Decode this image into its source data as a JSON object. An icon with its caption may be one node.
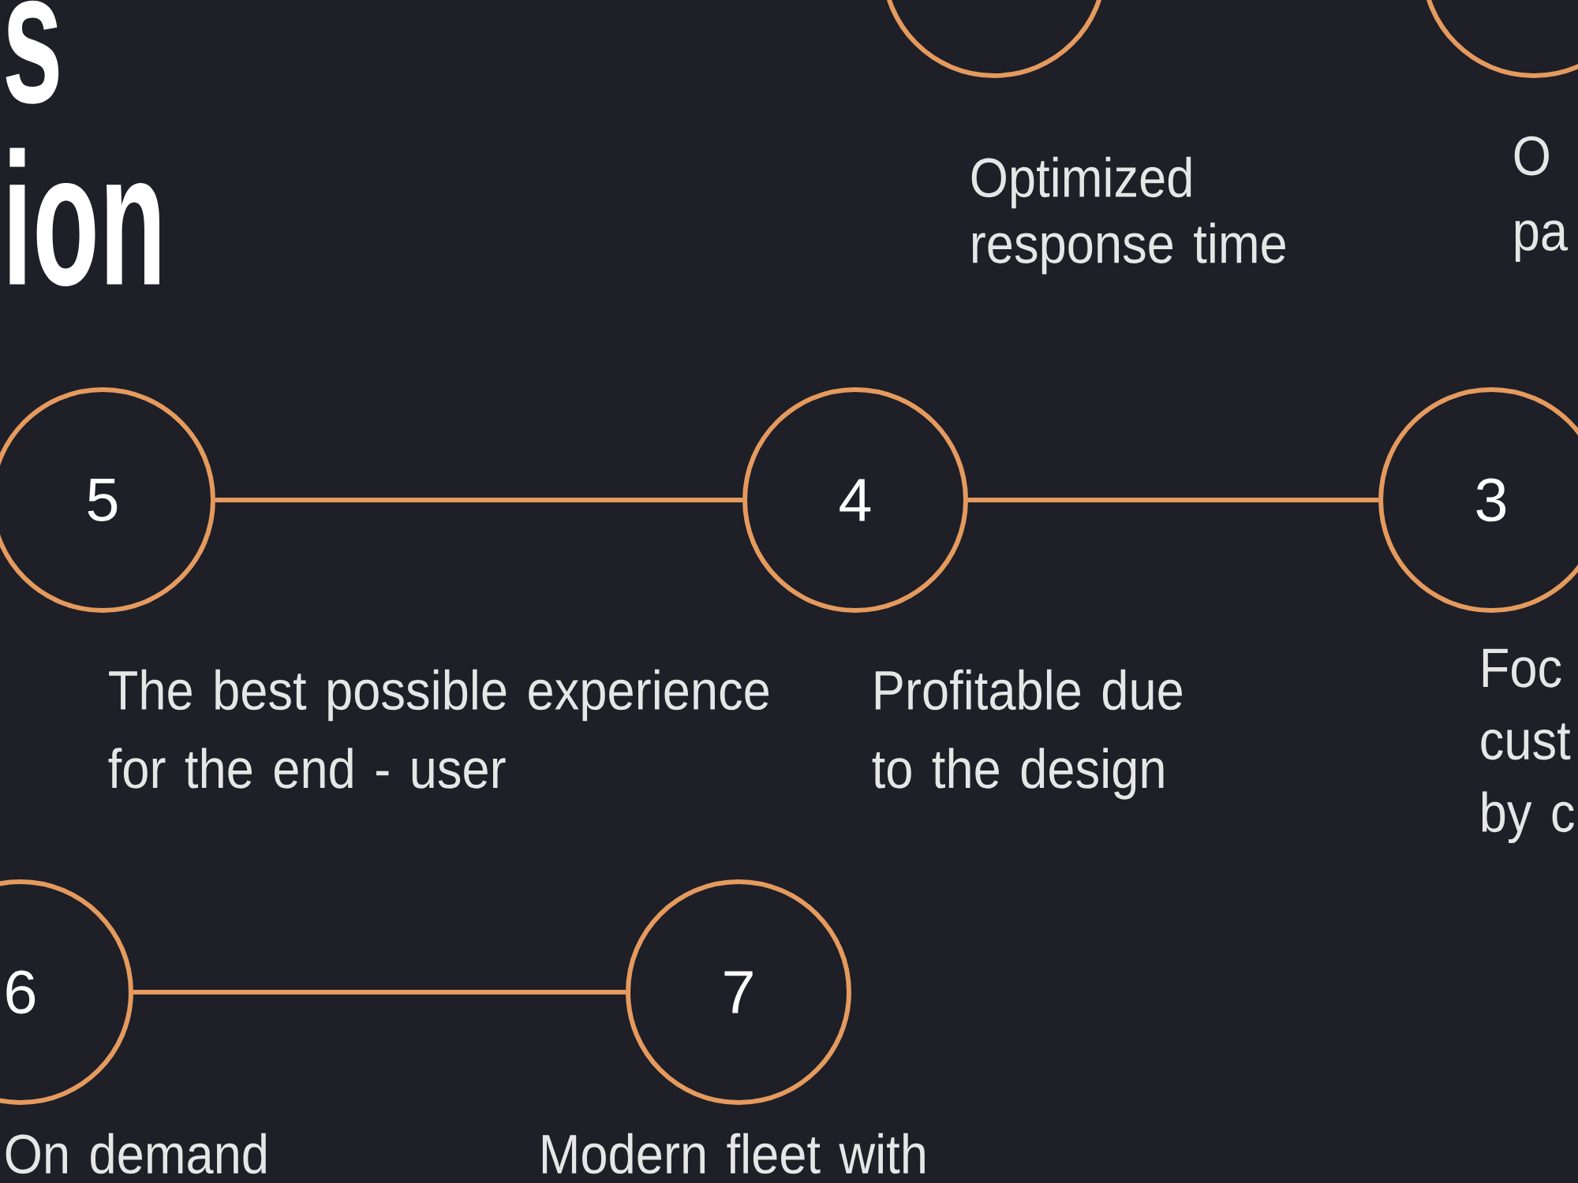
{
  "diagram": {
    "title": "s ion",
    "nodes": [
      {
        "text": [],
        "shape": "circle",
        "beside": [
          "Optimized response time"
        ]
      },
      {
        "text": [],
        "shape": "circle",
        "beside": [
          "O pa"
        ]
      },
      {
        "text": [
          "5"
        ],
        "beside": [
          "The best possible experience for the end - user"
        ]
      },
      {
        "text": [
          "4"
        ],
        "beside": [
          "Profitable due to the design"
        ]
      },
      {
        "text": [
          "3"
        ],
        "beside": [
          "Foc cust by c"
        ]
      },
      {
        "text": [
          "6"
        ],
        "beside": [
          "On demand"
        ]
      },
      {
        "text": [
          "7"
        ],
        "beside": [
          "Modern fleet with"
        ]
      }
    ],
    "edges": [
      {
        "from": 2,
        "to": 3,
        "arrow": "none"
      },
      {
        "from": 3,
        "to": 4,
        "arrow": "none"
      },
      {
        "from": 5,
        "to": 6,
        "arrow": "none"
      }
    ]
  }
}
